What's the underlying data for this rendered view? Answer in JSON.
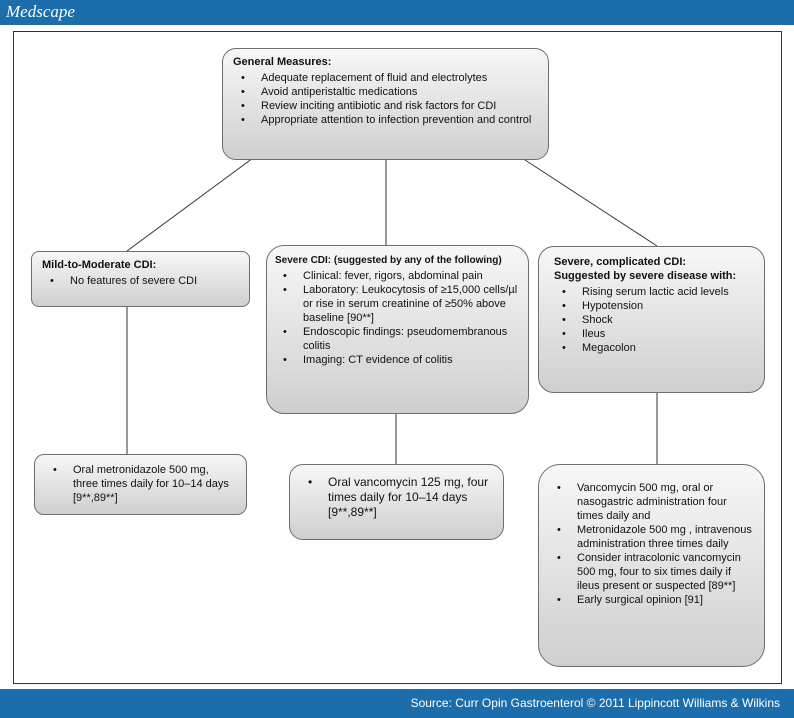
{
  "header": {
    "brand": "Medscape"
  },
  "footer": {
    "source": "Source: Curr Opin Gastroenterol © 2011 Lippincott Williams & Wilkins"
  },
  "general": {
    "title": "General Measures:",
    "items": [
      "Adequate replacement of fluid and electrolytes",
      "Avoid antiperistaltic medications",
      "Review inciting antibiotic and risk factors for CDI",
      "Appropriate attention to infection prevention and control"
    ]
  },
  "mild": {
    "title": "Mild-to-Moderate CDI:",
    "items": [
      "No features of severe CDI"
    ]
  },
  "severe": {
    "title": "Severe CDI: (suggested by any of the following)",
    "items": [
      "Clinical: fever, rigors, abdominal pain",
      "Laboratory: Leukocytosis of ≥15,000 cells/µl or rise in serum creatinine of ≥50% above baseline [90**]",
      "Endoscopic findings: pseudomembranous colitis",
      "Imaging: CT evidence of colitis"
    ]
  },
  "complicated": {
    "title": "Severe, complicated CDI:",
    "subtitle": "Suggested by severe disease with:",
    "items": [
      "Rising serum lactic acid levels",
      "Hypotension",
      "Shock",
      "Ileus",
      "Megacolon"
    ]
  },
  "treat_mild": {
    "items": [
      "Oral metronidazole 500 mg, three times daily for 10–14 days [9**,89**]"
    ]
  },
  "treat_severe": {
    "items": [
      "Oral vancomycin 125 mg, four times daily for 10–14 days [9**,89**]"
    ]
  },
  "treat_complicated": {
    "items": [
      "Vancomycin 500 mg, oral or nasogastric administration four times daily and",
      "Metronidazole 500 mg , intravenous administration three times daily",
      "Consider intracolonic vancomycin 500 mg, four to six times daily if ileus present or suspected [89**]",
      "Early surgical opinion [91]"
    ]
  }
}
